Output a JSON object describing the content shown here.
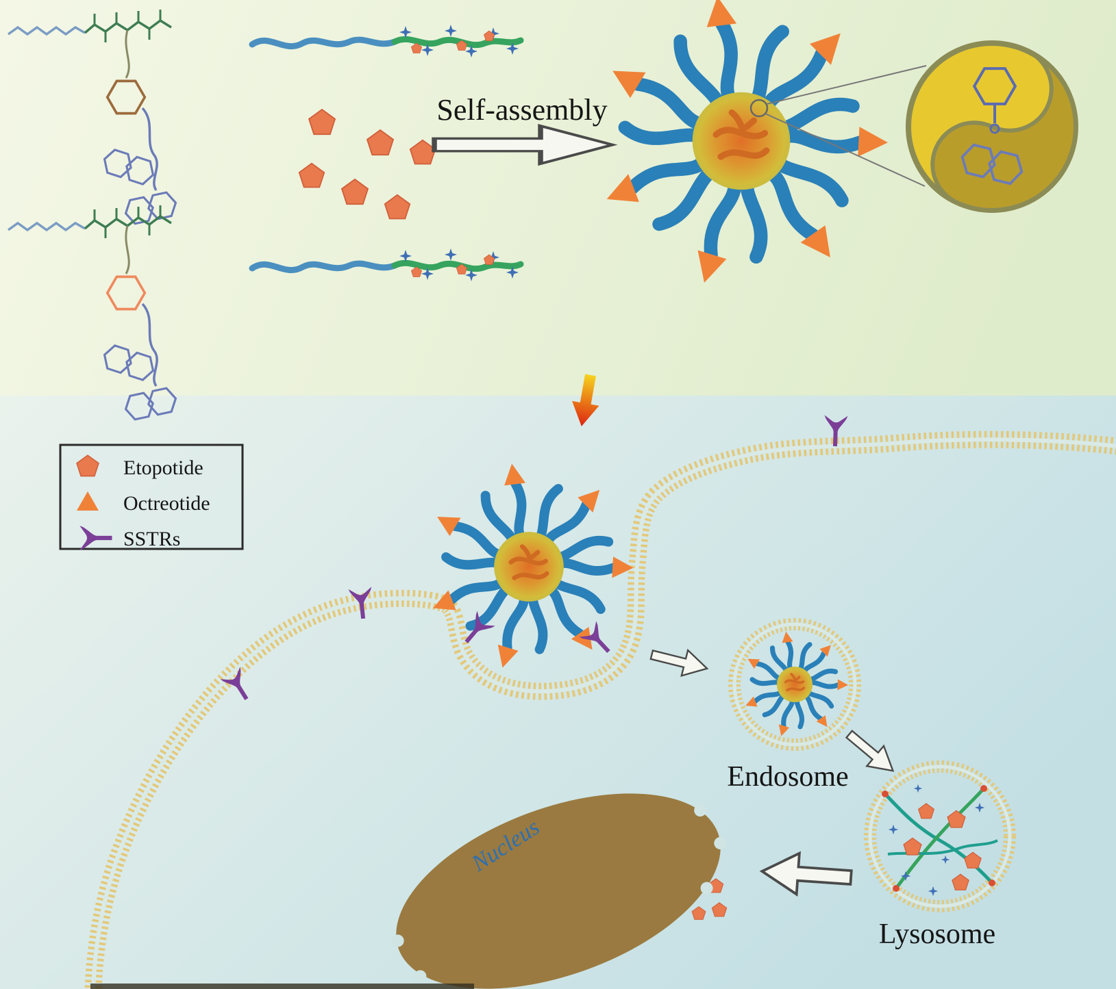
{
  "figure": {
    "section_top": {
      "self_assembly_label": "Self-assembly"
    },
    "legend": {
      "items": [
        {
          "icon": "etoposide-pentagon-icon",
          "label": "Etopotide"
        },
        {
          "icon": "octreotide-triangle-icon",
          "label": "Octreotide"
        },
        {
          "icon": "sstr-receptor-icon",
          "label": "SSTRs"
        }
      ]
    },
    "cell": {
      "endosome_label": "Endosome",
      "lysosome_label": "Lysosome",
      "nucleus_label": "Nucleus"
    },
    "colors": {
      "micelle_arm_blue": "#2a80b8",
      "micelle_core_center": "#e0762a",
      "micelle_core_edge": "#c2bd45",
      "etoposide_pentagon": "#e87a4e",
      "octreotide_triangle": "#f08238",
      "sstr_purple": "#7b3f98",
      "membrane_tan": "#e3c878",
      "nucleus_brown": "#9a7a40",
      "polymer_blue": "#4a8fc0",
      "polymer_green": "#36a45e",
      "star_blue": "#3f6fb5",
      "inset_yellow": "#e7c92f",
      "inset_dark_olive": "#b99d2b",
      "top_background": "#eef3d9",
      "bottom_background": "#cfe4e6"
    }
  }
}
